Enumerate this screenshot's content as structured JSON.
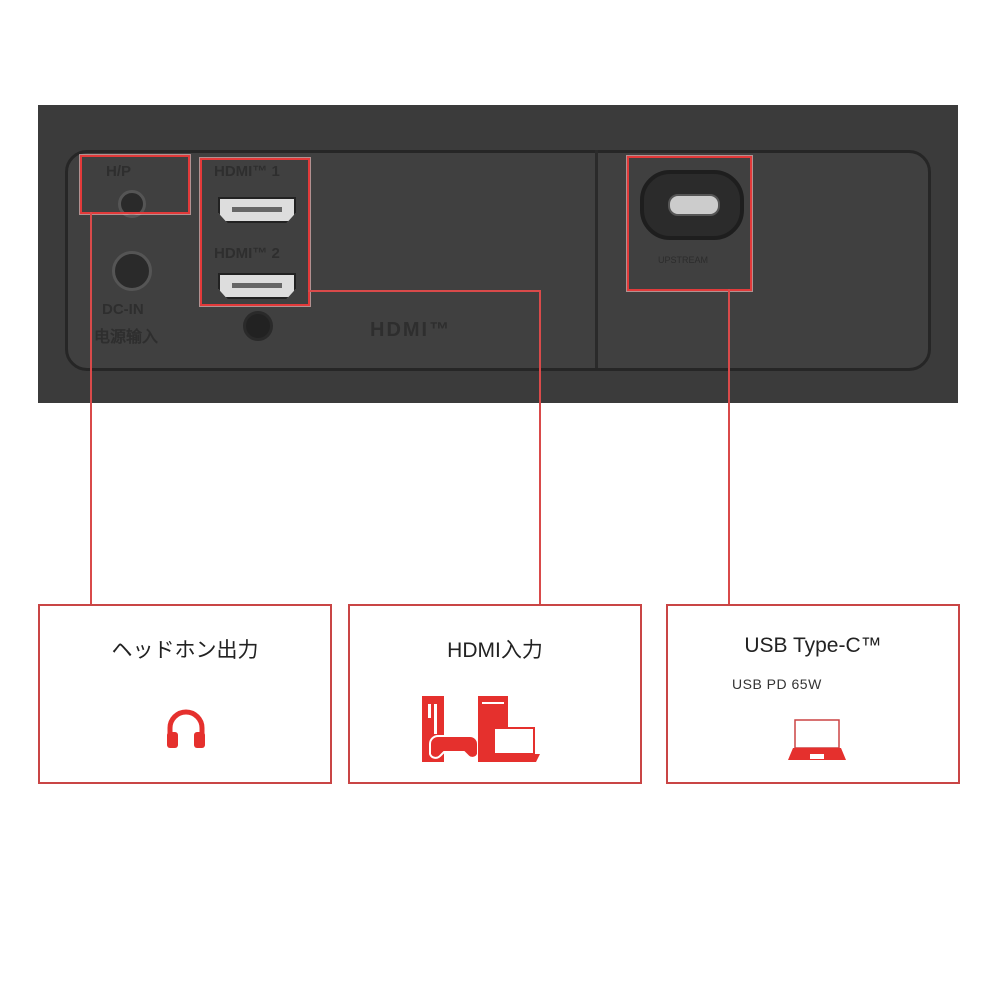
{
  "panel": {
    "hp_label": "H/P",
    "hdmi1_label": "HDMI™ 1",
    "hdmi2_label": "HDMI™ 2",
    "dcin_label": "DC-IN",
    "dcin_cn_label": "电源输入",
    "hdmi_logo": "HDMI™",
    "usb_label": "UPSTREAM"
  },
  "cards": [
    {
      "title": "ヘッドホン出力",
      "icon": "headphones-icon"
    },
    {
      "title": "HDMI入力",
      "icon": "console-pc-laptop-icon"
    },
    {
      "title": "USB Type-C™",
      "subtitle": "USB PD 65W",
      "icon": "laptop-icon"
    }
  ],
  "colors": {
    "accent": "#e23a3a",
    "panel": "#3b3b3b"
  }
}
